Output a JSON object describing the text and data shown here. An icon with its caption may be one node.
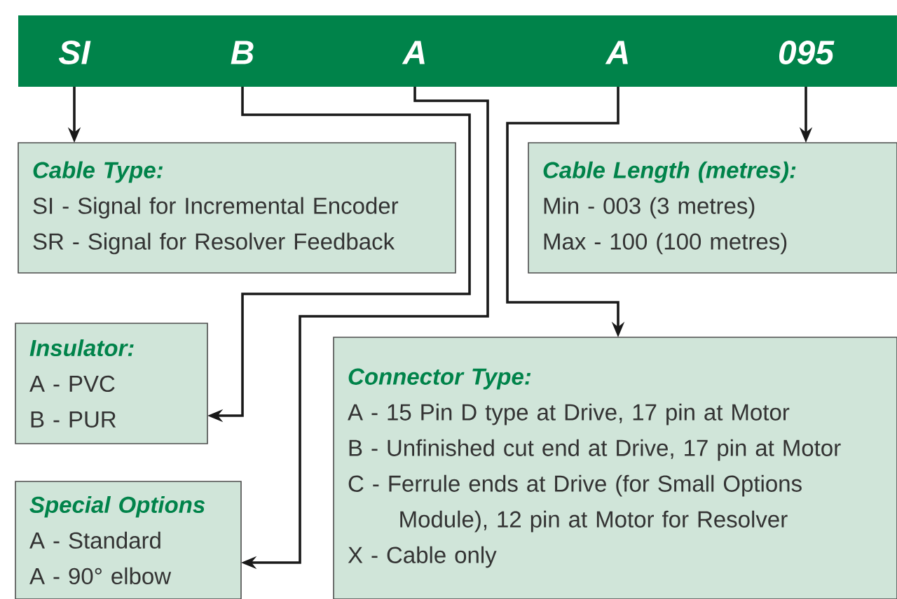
{
  "diagram": {
    "nodes": [
      {
        "text": [],
        "shape": "bar"
      },
      {
        "text": [
          "SI"
        ],
        "in": 0
      },
      {
        "text": [
          "B"
        ],
        "in": 0
      },
      {
        "text": [
          "A"
        ],
        "in": 0
      },
      {
        "text": [
          "A"
        ],
        "in": 0
      },
      {
        "text": [
          "095"
        ],
        "in": 0
      },
      {
        "text": [
          "Cable Type:",
          "SI - Signal for Incremental Encoder",
          "SR - Signal for Resolver Feedback"
        ]
      },
      {
        "text": [
          "Cable Length (metres):",
          "Min - 003 (3 metres)",
          "Max - 100 (100 metres)"
        ]
      },
      {
        "text": [
          "Insulator:",
          "A - PVC",
          "B - PUR"
        ]
      },
      {
        "text": [
          "Special Options",
          "A - Standard",
          "A - 90° elbow"
        ]
      },
      {
        "text": [
          "Connector Type:",
          "A - 15 Pin D type at Drive, 17 pin at Motor",
          "B - Unfinished cut end at Drive, 17 pin at Motor",
          "C - Ferrule ends at Drive (for Small Options Module), 12 pin at Motor for Resolver",
          "X - Cable only"
        ]
      }
    ],
    "edges": [
      {
        "from": 1,
        "to": 6,
        "arrow": "to"
      },
      {
        "from": 2,
        "to": 8,
        "arrow": "to"
      },
      {
        "from": 3,
        "to": 9,
        "arrow": "to"
      },
      {
        "from": 4,
        "to": 10,
        "arrow": "to"
      },
      {
        "from": 5,
        "to": 7,
        "arrow": "to"
      }
    ]
  }
}
